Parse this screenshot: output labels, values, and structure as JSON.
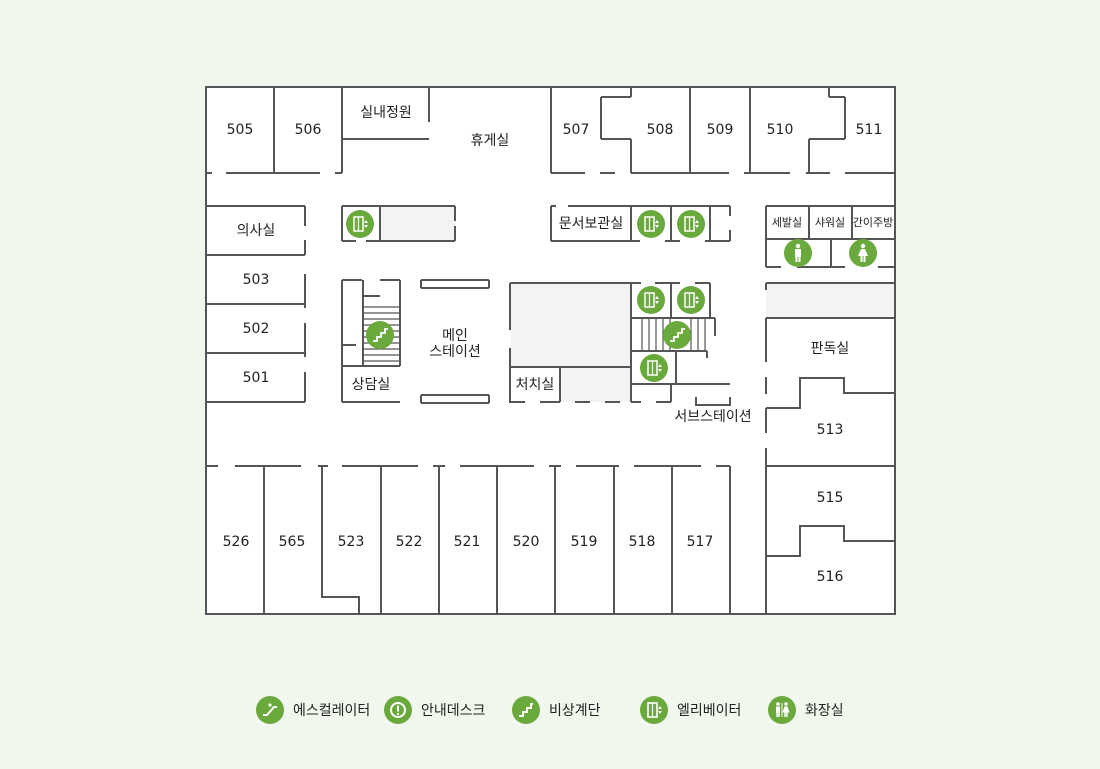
{
  "colors": {
    "background": "#f1f7ec",
    "floor": "#ffffff",
    "wall": "#555555",
    "shaded": "#f3f3f3",
    "icon": "#6aa93b"
  },
  "rooms": {
    "r505": "505",
    "r506": "506",
    "garden": "실내정원",
    "lounge": "휴게실",
    "r507": "507",
    "r508": "508",
    "r509": "509",
    "r510": "510",
    "r511": "511",
    "doctor": "의사실",
    "r503": "503",
    "r502": "502",
    "r501": "501",
    "counsel": "상담실",
    "main_station": [
      "메인",
      "스테이션"
    ],
    "archive": "문서보관실",
    "treatment": "처치실",
    "sub_station": "서브스테이션",
    "washroom": "세발실",
    "shower": "샤워실",
    "pantry": "간이주방",
    "reading": "판독실",
    "r513": "513",
    "r515": "515",
    "r516": "516",
    "r526": "526",
    "r565": "565",
    "r523": "523",
    "r522": "522",
    "r521": "521",
    "r520": "520",
    "r519": "519",
    "r518": "518",
    "r517": "517"
  },
  "legend": [
    {
      "icon": "escalator-icon",
      "label": "에스컬레이터"
    },
    {
      "icon": "info-desk-icon",
      "label": "안내데스크"
    },
    {
      "icon": "emergency-stairs-icon",
      "label": "비상계단"
    },
    {
      "icon": "elevator-icon",
      "label": "엘리베이터"
    },
    {
      "icon": "restroom-icon",
      "label": "화장실"
    }
  ]
}
